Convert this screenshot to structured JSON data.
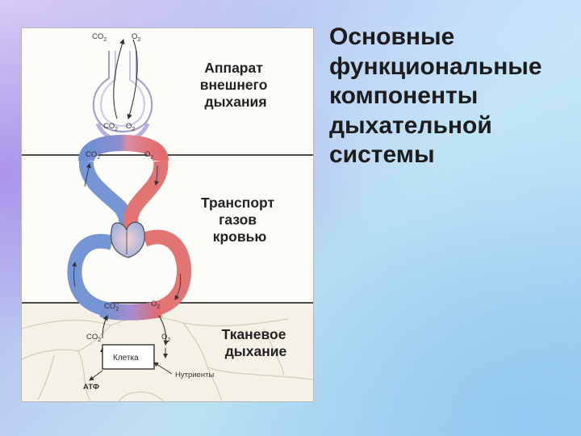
{
  "slide": {
    "title_lines": [
      "Основные",
      "функциональные",
      "компоненты",
      "дыхательной",
      "системы"
    ]
  },
  "diagram": {
    "sections": {
      "external": [
        "Аппарат",
        "внешнего",
        "дыхания"
      ],
      "transport": [
        "Транспорт",
        "газов",
        "кровью"
      ],
      "tissue": [
        "Тканевое",
        "дыхание"
      ]
    },
    "labels": {
      "co2": "CO",
      "o2": "O",
      "sub2": "2",
      "cell": "Клетка",
      "nutrients": "Нутриенты",
      "atp": "АТФ"
    },
    "colors": {
      "venous": "#6d8fd0",
      "arterial": "#e46a6a",
      "lung": "#c9c6ee"
    }
  }
}
